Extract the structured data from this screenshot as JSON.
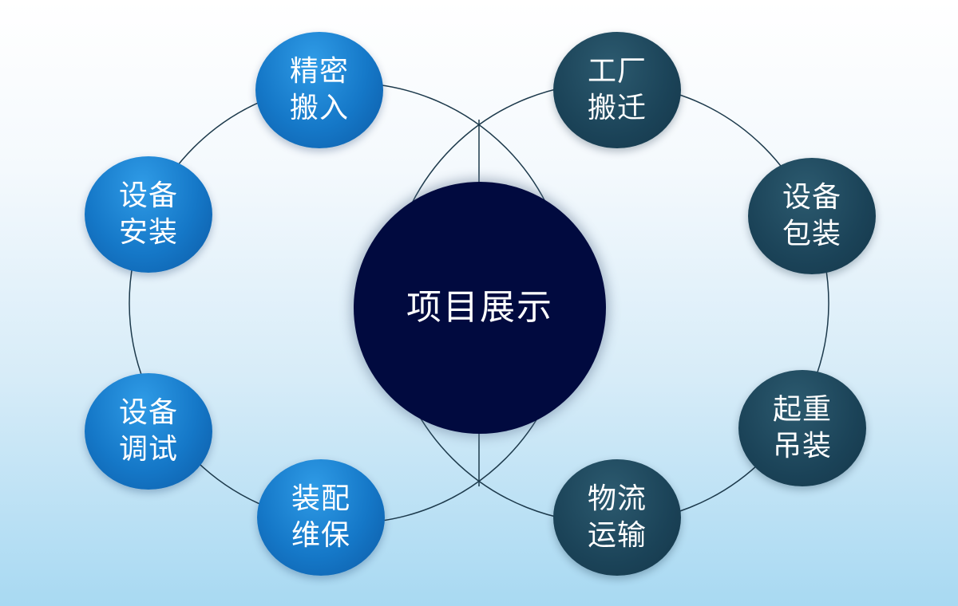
{
  "center": {
    "label": "项目展示"
  },
  "left_group": [
    {
      "id": "precision-move-in",
      "line1": "精密",
      "line2": "搬入"
    },
    {
      "id": "equipment-install",
      "line1": "设备",
      "line2": "安装"
    },
    {
      "id": "equipment-debug",
      "line1": "设备",
      "line2": "调试"
    },
    {
      "id": "assembly-maintenance",
      "line1": "装配",
      "line2": "维保"
    }
  ],
  "right_group": [
    {
      "id": "factory-relocation",
      "line1": "工厂",
      "line2": "搬迁"
    },
    {
      "id": "equipment-packing",
      "line1": "设备",
      "line2": "包装"
    },
    {
      "id": "heavy-lifting",
      "line1": "起重",
      "line2": "吊装"
    },
    {
      "id": "logistics-transport",
      "line1": "物流",
      "line2": "运输"
    }
  ],
  "colors": {
    "center_fill": "#010a3f",
    "left_node_fill": "#1578c8",
    "right_node_fill": "#1b4358",
    "connector_line": "#1d3a4c"
  }
}
